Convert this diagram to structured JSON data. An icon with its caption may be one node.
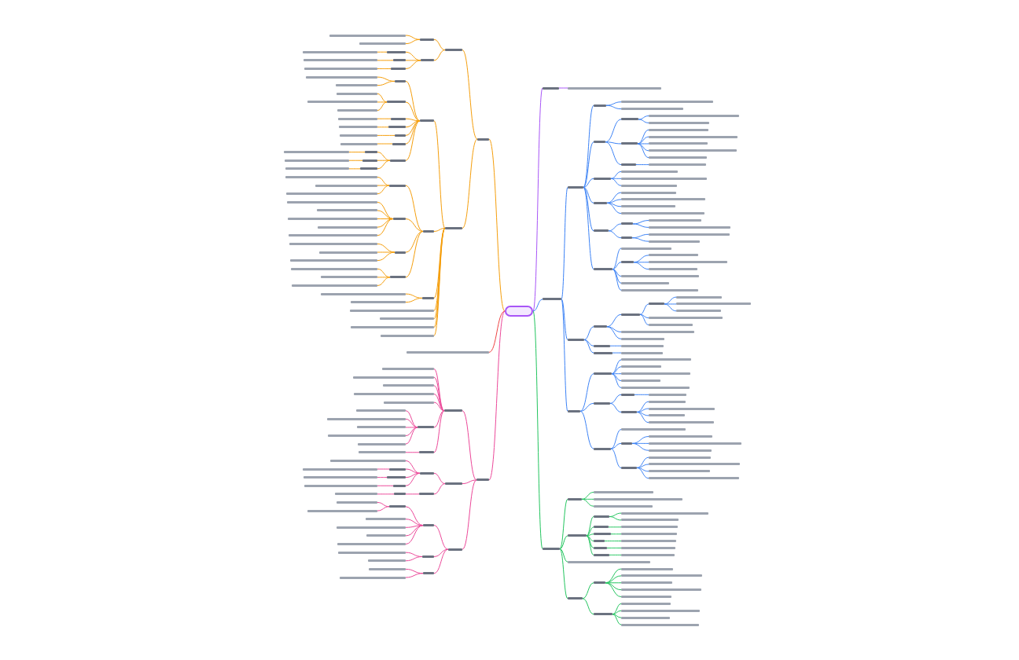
{
  "diagram": {
    "nodes": [
      {
        "text": [],
        "shape": "box"
      },
      {
        "text": [],
        "shape": "bar"
      },
      {
        "text": [],
        "shape": "bar"
      },
      {
        "text": [],
        "shape": "bar"
      },
      {
        "text": [],
        "shape": "bar"
      },
      {
        "text": [],
        "shape": "bar"
      },
      {
        "text": [],
        "shape": "bar"
      },
      {
        "text": [],
        "shape": "bar"
      },
      {
        "text": [],
        "shape": "bar"
      },
      {
        "text": [],
        "shape": "bar"
      },
      {
        "text": [],
        "shape": "bar"
      },
      {
        "text": [],
        "shape": "bar"
      },
      {
        "text": [],
        "shape": "bar"
      },
      {
        "text": [],
        "shape": "bar"
      },
      {
        "text": [],
        "shape": "bar"
      },
      {
        "text": [],
        "shape": "bar"
      },
      {
        "text": [],
        "shape": "bar"
      },
      {
        "text": [],
        "shape": "bar"
      },
      {
        "text": [],
        "shape": "bar"
      },
      {
        "text": [],
        "shape": "bar"
      },
      {
        "text": [],
        "shape": "bar"
      },
      {
        "text": [],
        "shape": "bar"
      },
      {
        "text": [],
        "shape": "bar"
      },
      {
        "text": [],
        "shape": "bar"
      },
      {
        "text": [],
        "shape": "bar"
      },
      {
        "text": [],
        "shape": "bar"
      },
      {
        "text": [],
        "shape": "bar"
      },
      {
        "text": [],
        "shape": "bar"
      },
      {
        "text": [],
        "shape": "bar"
      },
      {
        "text": [],
        "shape": "bar"
      },
      {
        "text": [],
        "shape": "bar"
      },
      {
        "text": [],
        "shape": "bar"
      },
      {
        "text": [],
        "shape": "bar"
      },
      {
        "text": [],
        "shape": "bar"
      },
      {
        "text": [],
        "shape": "bar"
      },
      {
        "text": [],
        "shape": "bar"
      },
      {
        "text": [],
        "shape": "bar"
      },
      {
        "text": [],
        "shape": "bar"
      },
      {
        "text": [],
        "shape": "bar"
      },
      {
        "text": [],
        "shape": "bar"
      },
      {
        "text": [],
        "shape": "bar"
      },
      {
        "text": [],
        "shape": "bar"
      },
      {
        "text": [],
        "shape": "bar"
      },
      {
        "text": [],
        "shape": "bar"
      },
      {
        "text": [],
        "shape": "bar"
      },
      {
        "text": [],
        "shape": "bar"
      },
      {
        "text": [],
        "shape": "bar"
      },
      {
        "text": [],
        "shape": "bar"
      },
      {
        "text": [],
        "shape": "bar"
      },
      {
        "text": [],
        "shape": "bar"
      },
      {
        "text": [],
        "shape": "bar"
      },
      {
        "text": [],
        "shape": "bar"
      },
      {
        "text": [],
        "shape": "bar"
      },
      {
        "text": [],
        "shape": "bar"
      },
      {
        "text": [],
        "shape": "bar"
      },
      {
        "text": [],
        "shape": "bar"
      },
      {
        "text": [],
        "shape": "bar"
      },
      {
        "text": [],
        "shape": "bar"
      },
      {
        "text": [],
        "shape": "bar"
      },
      {
        "text": [],
        "shape": "bar"
      },
      {
        "text": [],
        "shape": "bar"
      },
      {
        "text": [],
        "shape": "bar"
      },
      {
        "text": [],
        "shape": "bar"
      },
      {
        "text": [],
        "shape": "bar"
      },
      {
        "text": [],
        "shape": "bar"
      },
      {
        "text": [],
        "shape": "bar"
      },
      {
        "text": [],
        "shape": "bar"
      },
      {
        "text": [],
        "shape": "bar"
      },
      {
        "text": [],
        "shape": "bar"
      },
      {
        "text": [],
        "shape": "bar"
      },
      {
        "text": [],
        "shape": "bar"
      },
      {
        "text": [],
        "shape": "bar"
      },
      {
        "text": [],
        "shape": "bar"
      },
      {
        "text": [],
        "shape": "bar"
      },
      {
        "text": [],
        "shape": "bar"
      },
      {
        "text": [],
        "shape": "bar"
      },
      {
        "text": [],
        "shape": "bar"
      },
      {
        "text": [],
        "shape": "bar"
      },
      {
        "text": [],
        "shape": "bar"
      },
      {
        "text": [],
        "shape": "bar"
      },
      {
        "text": [],
        "shape": "bar"
      },
      {
        "text": [],
        "shape": "bar"
      },
      {
        "text": [],
        "shape": "bar"
      },
      {
        "text": [],
        "shape": "bar"
      },
      {
        "text": [],
        "shape": "bar"
      },
      {
        "text": [],
        "shape": "bar"
      },
      {
        "text": [],
        "shape": "bar"
      },
      {
        "text": [],
        "shape": "bar"
      },
      {
        "text": [],
        "shape": "bar"
      },
      {
        "text": [],
        "shape": "bar"
      },
      {
        "text": [],
        "shape": "bar"
      },
      {
        "text": [],
        "shape": "bar"
      },
      {
        "text": [],
        "shape": "bar"
      },
      {
        "text": [],
        "shape": "bar"
      },
      {
        "text": [],
        "shape": "bar"
      },
      {
        "text": [],
        "shape": "bar"
      },
      {
        "text": [],
        "shape": "bar"
      },
      {
        "text": [],
        "shape": "bar"
      },
      {
        "text": [],
        "shape": "bar"
      },
      {
        "text": [],
        "shape": "bar"
      },
      {
        "text": [],
        "shape": "bar"
      },
      {
        "text": [],
        "shape": "bar"
      },
      {
        "text": [],
        "shape": "bar"
      },
      {
        "text": [],
        "shape": "bar"
      },
      {
        "text": [],
        "shape": "bar"
      },
      {
        "text": [],
        "shape": "bar"
      },
      {
        "text": [],
        "shape": "bar"
      },
      {
        "text": [],
        "shape": "bar"
      },
      {
        "text": [],
        "shape": "bar"
      },
      {
        "text": [],
        "shape": "bar"
      },
      {
        "text": [],
        "shape": "bar"
      },
      {
        "text": [],
        "shape": "bar"
      },
      {
        "text": [],
        "shape": "bar"
      },
      {
        "text": [],
        "shape": "bar"
      },
      {
        "text": [],
        "shape": "bar"
      },
      {
        "text": [],
        "shape": "bar"
      },
      {
        "text": [],
        "shape": "bar"
      },
      {
        "text": [],
        "shape": "bar"
      },
      {
        "text": [],
        "shape": "bar"
      },
      {
        "text": [],
        "shape": "bar"
      },
      {
        "text": [],
        "shape": "bar"
      },
      {
        "text": [],
        "shape": "bar"
      },
      {
        "text": [],
        "shape": "bar"
      },
      {
        "text": [],
        "shape": "bar"
      },
      {
        "text": [],
        "shape": "bar"
      },
      {
        "text": [],
        "shape": "bar"
      },
      {
        "text": [],
        "shape": "bar"
      },
      {
        "text": [],
        "shape": "bar"
      },
      {
        "text": [],
        "shape": "bar"
      },
      {
        "text": [],
        "shape": "bar"
      },
      {
        "text": [],
        "shape": "bar"
      },
      {
        "text": [],
        "shape": "bar"
      },
      {
        "text": [],
        "shape": "bar"
      },
      {
        "text": [],
        "shape": "bar"
      },
      {
        "text": [],
        "shape": "bar"
      },
      {
        "text": [],
        "shape": "bar"
      },
      {
        "text": [],
        "shape": "bar"
      },
      {
        "text": [],
        "shape": "bar"
      },
      {
        "text": [],
        "shape": "bar"
      },
      {
        "text": [],
        "shape": "bar"
      },
      {
        "text": [],
        "shape": "bar"
      },
      {
        "text": [],
        "shape": "bar"
      },
      {
        "text": [],
        "shape": "bar"
      },
      {
        "text": [],
        "shape": "bar"
      },
      {
        "text": [],
        "shape": "bar"
      },
      {
        "text": [],
        "shape": "bar"
      },
      {
        "text": [],
        "shape": "bar"
      },
      {
        "text": [],
        "shape": "bar"
      },
      {
        "text": [],
        "shape": "bar"
      },
      {
        "text": [],
        "shape": "bar"
      },
      {
        "text": [],
        "shape": "bar"
      },
      {
        "text": [],
        "shape": "bar"
      },
      {
        "text": [],
        "shape": "bar"
      },
      {
        "text": [],
        "shape": "bar"
      },
      {
        "text": [],
        "shape": "bar"
      },
      {
        "text": [],
        "shape": "bar"
      },
      {
        "text": [],
        "shape": "bar"
      },
      {
        "text": [],
        "shape": "bar"
      },
      {
        "text": [],
        "shape": "bar"
      },
      {
        "text": [],
        "shape": "bar"
      },
      {
        "text": [],
        "shape": "bar"
      },
      {
        "text": [],
        "shape": "bar"
      },
      {
        "text": [],
        "shape": "bar"
      },
      {
        "text": [],
        "shape": "bar"
      },
      {
        "text": [],
        "shape": "bar"
      },
      {
        "text": [],
        "shape": "bar"
      },
      {
        "text": [],
        "shape": "bar"
      },
      {
        "text": [],
        "shape": "bar"
      },
      {
        "text": [],
        "shape": "bar"
      },
      {
        "text": [],
        "shape": "bar"
      },
      {
        "text": [],
        "shape": "bar"
      },
      {
        "text": [],
        "shape": "bar"
      },
      {
        "text": [],
        "shape": "bar"
      },
      {
        "text": [],
        "shape": "bar"
      },
      {
        "text": [],
        "shape": "bar"
      },
      {
        "text": [],
        "shape": "bar"
      },
      {
        "text": [],
        "shape": "bar"
      },
      {
        "text": [],
        "shape": "bar"
      },
      {
        "text": [],
        "shape": "bar"
      },
      {
        "text": [],
        "shape": "bar"
      },
      {
        "text": [],
        "shape": "bar"
      },
      {
        "text": [],
        "shape": "bar"
      },
      {
        "text": [],
        "shape": "bar"
      },
      {
        "text": [],
        "shape": "bar"
      },
      {
        "text": [],
        "shape": "bar"
      },
      {
        "text": [],
        "shape": "bar"
      },
      {
        "text": [],
        "shape": "bar"
      },
      {
        "text": [],
        "shape": "bar"
      },
      {
        "text": [],
        "shape": "bar"
      },
      {
        "text": [],
        "shape": "bar"
      },
      {
        "text": [],
        "shape": "bar"
      },
      {
        "text": [],
        "shape": "bar"
      },
      {
        "text": [],
        "shape": "bar"
      },
      {
        "text": [],
        "shape": "bar"
      },
      {
        "text": [],
        "shape": "bar"
      },
      {
        "text": [],
        "shape": "bar"
      },
      {
        "text": [],
        "shape": "bar"
      },
      {
        "text": [],
        "shape": "bar"
      },
      {
        "text": [],
        "shape": "bar"
      },
      {
        "text": [],
        "shape": "bar"
      },
      {
        "text": [],
        "shape": "bar"
      },
      {
        "text": [],
        "shape": "bar"
      },
      {
        "text": [],
        "shape": "bar"
      },
      {
        "text": [],
        "shape": "bar"
      },
      {
        "text": [],
        "shape": "bar"
      },
      {
        "text": [],
        "shape": "bar"
      },
      {
        "text": [],
        "shape": "bar"
      },
      {
        "text": [],
        "shape": "bar"
      },
      {
        "text": [],
        "shape": "bar"
      },
      {
        "text": [],
        "shape": "bar"
      },
      {
        "text": [],
        "shape": "bar"
      },
      {
        "text": [],
        "shape": "bar"
      },
      {
        "text": [],
        "shape": "bar"
      },
      {
        "text": [],
        "shape": "bar"
      },
      {
        "text": [],
        "shape": "bar"
      },
      {
        "text": [],
        "shape": "bar"
      },
      {
        "text": [],
        "shape": "bar"
      },
      {
        "text": [],
        "shape": "bar"
      },
      {
        "text": [],
        "shape": "bar"
      },
      {
        "text": [],
        "shape": "bar"
      },
      {
        "text": [],
        "shape": "bar"
      },
      {
        "text": [],
        "shape": "bar"
      },
      {
        "text": [],
        "shape": "bar"
      }
    ],
    "edges": [
      {
        "from": 0,
        "to": 1,
        "arrow": "none",
        "color": "#a855f7"
      },
      {
        "from": 1,
        "to": 2,
        "arrow": "none",
        "color": "#a855f7"
      },
      {
        "from": 0,
        "to": 3,
        "arrow": "none"
      },
      {
        "from": 3,
        "to": 4,
        "arrow": "none"
      },
      {
        "from": 4,
        "to": 5,
        "arrow": "none"
      },
      {
        "from": 5,
        "to": 6,
        "arrow": "none"
      },
      {
        "from": 5,
        "to": 7,
        "arrow": "none"
      },
      {
        "from": 4,
        "to": 8,
        "arrow": "none"
      },
      {
        "from": 8,
        "to": 9,
        "arrow": "none"
      },
      {
        "from": 9,
        "to": 10,
        "arrow": "none"
      },
      {
        "from": 9,
        "to": 11,
        "arrow": "none"
      },
      {
        "from": 8,
        "to": 12,
        "arrow": "none"
      },
      {
        "from": 12,
        "to": 13,
        "arrow": "none"
      },
      {
        "from": 12,
        "to": 14,
        "arrow": "none"
      },
      {
        "from": 12,
        "to": 15,
        "arrow": "none"
      },
      {
        "from": 12,
        "to": 16,
        "arrow": "none"
      },
      {
        "from": 12,
        "to": 17,
        "arrow": "none"
      },
      {
        "from": 8,
        "to": 18,
        "arrow": "none"
      },
      {
        "from": 18,
        "to": 19,
        "arrow": "none"
      },
      {
        "from": 4,
        "to": 20,
        "arrow": "none"
      },
      {
        "from": 20,
        "to": 21,
        "arrow": "none"
      },
      {
        "from": 20,
        "to": 22,
        "arrow": "none"
      },
      {
        "from": 20,
        "to": 23,
        "arrow": "none"
      },
      {
        "from": 4,
        "to": 24,
        "arrow": "none"
      },
      {
        "from": 24,
        "to": 25,
        "arrow": "none"
      },
      {
        "from": 24,
        "to": 26,
        "arrow": "none"
      },
      {
        "from": 24,
        "to": 27,
        "arrow": "none"
      },
      {
        "from": 24,
        "to": 28,
        "arrow": "none"
      },
      {
        "from": 4,
        "to": 29,
        "arrow": "none"
      },
      {
        "from": 29,
        "to": 30,
        "arrow": "none"
      },
      {
        "from": 30,
        "to": 31,
        "arrow": "none"
      },
      {
        "from": 30,
        "to": 32,
        "arrow": "none"
      },
      {
        "from": 29,
        "to": 33,
        "arrow": "none"
      },
      {
        "from": 33,
        "to": 34,
        "arrow": "none"
      },
      {
        "from": 33,
        "to": 35,
        "arrow": "none"
      },
      {
        "from": 4,
        "to": 36,
        "arrow": "none"
      },
      {
        "from": 36,
        "to": 37,
        "arrow": "none"
      },
      {
        "from": 36,
        "to": 38,
        "arrow": "none"
      },
      {
        "from": 38,
        "to": 39,
        "arrow": "none"
      },
      {
        "from": 38,
        "to": 40,
        "arrow": "none"
      },
      {
        "from": 38,
        "to": 41,
        "arrow": "none"
      },
      {
        "from": 36,
        "to": 42,
        "arrow": "none"
      },
      {
        "from": 36,
        "to": 43,
        "arrow": "none"
      },
      {
        "from": 36,
        "to": 44,
        "arrow": "none"
      },
      {
        "from": 3,
        "to": 45,
        "arrow": "none"
      },
      {
        "from": 45,
        "to": 46,
        "arrow": "none"
      },
      {
        "from": 46,
        "to": 47,
        "arrow": "none"
      },
      {
        "from": 47,
        "to": 48,
        "arrow": "none"
      },
      {
        "from": 48,
        "to": 49,
        "arrow": "none"
      },
      {
        "from": 48,
        "to": 50,
        "arrow": "none"
      },
      {
        "from": 48,
        "to": 51,
        "arrow": "none"
      },
      {
        "from": 47,
        "to": 52,
        "arrow": "none"
      },
      {
        "from": 47,
        "to": 53,
        "arrow": "none"
      },
      {
        "from": 46,
        "to": 54,
        "arrow": "none"
      },
      {
        "from": 46,
        "to": 55,
        "arrow": "none"
      },
      {
        "from": 45,
        "to": 56,
        "arrow": "none"
      },
      {
        "from": 56,
        "to": 57,
        "arrow": "none"
      },
      {
        "from": 45,
        "to": 58,
        "arrow": "none"
      },
      {
        "from": 58,
        "to": 59,
        "arrow": "none"
      },
      {
        "from": 3,
        "to": 60,
        "arrow": "none"
      },
      {
        "from": 60,
        "to": 61,
        "arrow": "none"
      },
      {
        "from": 61,
        "to": 62,
        "arrow": "none"
      },
      {
        "from": 61,
        "to": 63,
        "arrow": "none"
      },
      {
        "from": 61,
        "to": 64,
        "arrow": "none"
      },
      {
        "from": 61,
        "to": 65,
        "arrow": "none"
      },
      {
        "from": 61,
        "to": 66,
        "arrow": "none"
      },
      {
        "from": 60,
        "to": 67,
        "arrow": "none"
      },
      {
        "from": 67,
        "to": 68,
        "arrow": "none"
      },
      {
        "from": 68,
        "to": 69,
        "arrow": "none"
      },
      {
        "from": 67,
        "to": 70,
        "arrow": "none"
      },
      {
        "from": 70,
        "to": 71,
        "arrow": "none"
      },
      {
        "from": 70,
        "to": 72,
        "arrow": "none"
      },
      {
        "from": 70,
        "to": 73,
        "arrow": "none"
      },
      {
        "from": 70,
        "to": 74,
        "arrow": "none"
      },
      {
        "from": 60,
        "to": 75,
        "arrow": "none"
      },
      {
        "from": 75,
        "to": 76,
        "arrow": "none"
      },
      {
        "from": 75,
        "to": 77,
        "arrow": "none"
      },
      {
        "from": 77,
        "to": 78,
        "arrow": "none"
      },
      {
        "from": 77,
        "to": 79,
        "arrow": "none"
      },
      {
        "from": 77,
        "to": 80,
        "arrow": "none"
      },
      {
        "from": 75,
        "to": 81,
        "arrow": "none"
      },
      {
        "from": 81,
        "to": 82,
        "arrow": "none"
      },
      {
        "from": 81,
        "to": 83,
        "arrow": "none"
      },
      {
        "from": 81,
        "to": 84,
        "arrow": "none"
      },
      {
        "from": 81,
        "to": 85,
        "arrow": "none"
      },
      {
        "from": 0,
        "to": 86,
        "arrow": "none",
        "color": "#22c55e"
      },
      {
        "from": 86,
        "to": 87,
        "arrow": "none",
        "color": "#22c55e"
      },
      {
        "from": 87,
        "to": 88,
        "arrow": "none",
        "color": "#22c55e"
      },
      {
        "from": 87,
        "to": 89,
        "arrow": "none",
        "color": "#22c55e"
      },
      {
        "from": 87,
        "to": 90,
        "arrow": "none",
        "color": "#22c55e"
      },
      {
        "from": 86,
        "to": 91,
        "arrow": "none",
        "color": "#22c55e"
      },
      {
        "from": 91,
        "to": 92,
        "arrow": "none",
        "color": "#22c55e"
      },
      {
        "from": 92,
        "to": 93,
        "arrow": "none",
        "color": "#22c55e"
      },
      {
        "from": 92,
        "to": 94,
        "arrow": "none",
        "color": "#22c55e"
      },
      {
        "from": 91,
        "to": 95,
        "arrow": "none",
        "color": "#22c55e"
      },
      {
        "from": 95,
        "to": 96,
        "arrow": "none",
        "color": "#22c55e"
      },
      {
        "from": 91,
        "to": 97,
        "arrow": "none",
        "color": "#22c55e"
      },
      {
        "from": 97,
        "to": 98,
        "arrow": "none",
        "color": "#22c55e"
      },
      {
        "from": 91,
        "to": 99,
        "arrow": "none",
        "color": "#22c55e"
      },
      {
        "from": 99,
        "to": 100,
        "arrow": "none",
        "color": "#22c55e"
      },
      {
        "from": 91,
        "to": 101,
        "arrow": "none",
        "color": "#22c55e"
      },
      {
        "from": 101,
        "to": 102,
        "arrow": "none",
        "color": "#22c55e"
      },
      {
        "from": 91,
        "to": 103,
        "arrow": "none",
        "color": "#22c55e"
      },
      {
        "from": 103,
        "to": 104,
        "arrow": "none",
        "color": "#22c55e"
      },
      {
        "from": 86,
        "to": 105,
        "arrow": "none",
        "color": "#22c55e"
      },
      {
        "from": 86,
        "to": 106,
        "arrow": "none",
        "color": "#22c55e"
      },
      {
        "from": 106,
        "to": 107,
        "arrow": "none",
        "color": "#22c55e"
      },
      {
        "from": 107,
        "to": 108,
        "arrow": "none",
        "color": "#22c55e"
      },
      {
        "from": 107,
        "to": 109,
        "arrow": "none",
        "color": "#22c55e"
      },
      {
        "from": 107,
        "to": 110,
        "arrow": "none",
        "color": "#22c55e"
      },
      {
        "from": 107,
        "to": 111,
        "arrow": "none",
        "color": "#22c55e"
      },
      {
        "from": 107,
        "to": 112,
        "arrow": "none",
        "color": "#22c55e"
      },
      {
        "from": 106,
        "to": 113,
        "arrow": "none",
        "color": "#22c55e"
      },
      {
        "from": 113,
        "to": 114,
        "arrow": "none",
        "color": "#22c55e"
      },
      {
        "from": 113,
        "to": 115,
        "arrow": "none",
        "color": "#22c55e"
      },
      {
        "from": 113,
        "to": 116,
        "arrow": "none",
        "color": "#22c55e"
      },
      {
        "from": 113,
        "to": 117,
        "arrow": "none",
        "color": "#22c55e"
      },
      {
        "from": 0,
        "to": 118,
        "arrow": "none",
        "color": "#f59e0b"
      },
      {
        "from": 118,
        "to": 119,
        "arrow": "none",
        "color": "#f59e0b"
      },
      {
        "from": 119,
        "to": 120,
        "arrow": "none",
        "color": "#f59e0b"
      },
      {
        "from": 120,
        "to": 121,
        "arrow": "none",
        "color": "#f59e0b"
      },
      {
        "from": 120,
        "to": 122,
        "arrow": "none",
        "color": "#f59e0b"
      },
      {
        "from": 119,
        "to": 123,
        "arrow": "none",
        "color": "#f59e0b"
      },
      {
        "from": 123,
        "to": 124,
        "arrow": "none",
        "color": "#f59e0b"
      },
      {
        "from": 124,
        "to": 125,
        "arrow": "none",
        "color": "#f59e0b"
      },
      {
        "from": 123,
        "to": 126,
        "arrow": "none",
        "color": "#f59e0b"
      },
      {
        "from": 126,
        "to": 127,
        "arrow": "none",
        "color": "#f59e0b"
      },
      {
        "from": 123,
        "to": 128,
        "arrow": "none",
        "color": "#f59e0b"
      },
      {
        "from": 128,
        "to": 129,
        "arrow": "none",
        "color": "#f59e0b"
      },
      {
        "from": 118,
        "to": 130,
        "arrow": "none",
        "color": "#f59e0b"
      },
      {
        "from": 130,
        "to": 131,
        "arrow": "none",
        "color": "#f59e0b"
      },
      {
        "from": 131,
        "to": 132,
        "arrow": "none",
        "color": "#f59e0b"
      },
      {
        "from": 132,
        "to": 133,
        "arrow": "none",
        "color": "#f59e0b"
      },
      {
        "from": 132,
        "to": 134,
        "arrow": "none",
        "color": "#f59e0b"
      },
      {
        "from": 131,
        "to": 135,
        "arrow": "none",
        "color": "#f59e0b"
      },
      {
        "from": 135,
        "to": 136,
        "arrow": "none",
        "color": "#f59e0b"
      },
      {
        "from": 135,
        "to": 137,
        "arrow": "none",
        "color": "#f59e0b"
      },
      {
        "from": 135,
        "to": 138,
        "arrow": "none",
        "color": "#f59e0b"
      },
      {
        "from": 131,
        "to": 139,
        "arrow": "none",
        "color": "#f59e0b"
      },
      {
        "from": 139,
        "to": 140,
        "arrow": "none",
        "color": "#f59e0b"
      },
      {
        "from": 131,
        "to": 141,
        "arrow": "none",
        "color": "#f59e0b"
      },
      {
        "from": 141,
        "to": 142,
        "arrow": "none",
        "color": "#f59e0b"
      },
      {
        "from": 131,
        "to": 143,
        "arrow": "none",
        "color": "#f59e0b"
      },
      {
        "from": 143,
        "to": 144,
        "arrow": "none",
        "color": "#f59e0b"
      },
      {
        "from": 131,
        "to": 145,
        "arrow": "none",
        "color": "#f59e0b"
      },
      {
        "from": 145,
        "to": 146,
        "arrow": "none",
        "color": "#f59e0b"
      },
      {
        "from": 131,
        "to": 147,
        "arrow": "none",
        "color": "#f59e0b"
      },
      {
        "from": 147,
        "to": 148,
        "arrow": "none",
        "color": "#f59e0b"
      },
      {
        "from": 148,
        "to": 149,
        "arrow": "none",
        "color": "#f59e0b"
      },
      {
        "from": 147,
        "to": 150,
        "arrow": "none",
        "color": "#f59e0b"
      },
      {
        "from": 150,
        "to": 151,
        "arrow": "none",
        "color": "#f59e0b"
      },
      {
        "from": 147,
        "to": 152,
        "arrow": "none",
        "color": "#f59e0b"
      },
      {
        "from": 152,
        "to": 153,
        "arrow": "none",
        "color": "#f59e0b"
      },
      {
        "from": 130,
        "to": 154,
        "arrow": "none",
        "color": "#f59e0b"
      },
      {
        "from": 154,
        "to": 155,
        "arrow": "none",
        "color": "#f59e0b"
      },
      {
        "from": 155,
        "to": 156,
        "arrow": "none",
        "color": "#f59e0b"
      },
      {
        "from": 155,
        "to": 157,
        "arrow": "none",
        "color": "#f59e0b"
      },
      {
        "from": 155,
        "to": 158,
        "arrow": "none",
        "color": "#f59e0b"
      },
      {
        "from": 154,
        "to": 159,
        "arrow": "none",
        "color": "#f59e0b"
      },
      {
        "from": 159,
        "to": 160,
        "arrow": "none",
        "color": "#f59e0b"
      },
      {
        "from": 159,
        "to": 161,
        "arrow": "none",
        "color": "#f59e0b"
      },
      {
        "from": 159,
        "to": 162,
        "arrow": "none",
        "color": "#f59e0b"
      },
      {
        "from": 159,
        "to": 163,
        "arrow": "none",
        "color": "#f59e0b"
      },
      {
        "from": 159,
        "to": 164,
        "arrow": "none",
        "color": "#f59e0b"
      },
      {
        "from": 154,
        "to": 165,
        "arrow": "none",
        "color": "#f59e0b"
      },
      {
        "from": 165,
        "to": 166,
        "arrow": "none",
        "color": "#f59e0b"
      },
      {
        "from": 165,
        "to": 167,
        "arrow": "none",
        "color": "#f59e0b"
      },
      {
        "from": 165,
        "to": 168,
        "arrow": "none",
        "color": "#f59e0b"
      },
      {
        "from": 154,
        "to": 169,
        "arrow": "none",
        "color": "#f59e0b"
      },
      {
        "from": 169,
        "to": 170,
        "arrow": "none",
        "color": "#f59e0b"
      },
      {
        "from": 169,
        "to": 171,
        "arrow": "none",
        "color": "#f59e0b"
      },
      {
        "from": 169,
        "to": 172,
        "arrow": "none",
        "color": "#f59e0b"
      },
      {
        "from": 130,
        "to": 173,
        "arrow": "none",
        "color": "#f59e0b"
      },
      {
        "from": 173,
        "to": 174,
        "arrow": "none",
        "color": "#f59e0b"
      },
      {
        "from": 173,
        "to": 175,
        "arrow": "none",
        "color": "#f59e0b"
      },
      {
        "from": 130,
        "to": 176,
        "arrow": "none",
        "color": "#f59e0b"
      },
      {
        "from": 130,
        "to": 177,
        "arrow": "none",
        "color": "#f59e0b"
      },
      {
        "from": 130,
        "to": 178,
        "arrow": "none",
        "color": "#f59e0b"
      },
      {
        "from": 130,
        "to": 179,
        "arrow": "none",
        "color": "#f59e0b"
      },
      {
        "from": 0,
        "to": 180,
        "arrow": "none",
        "color": "#ef4444"
      },
      {
        "from": 0,
        "to": 181,
        "arrow": "none",
        "color": "#ec4899"
      },
      {
        "from": 181,
        "to": 182,
        "arrow": "none",
        "color": "#ec4899"
      },
      {
        "from": 182,
        "to": 183,
        "arrow": "none",
        "color": "#ec4899"
      },
      {
        "from": 182,
        "to": 184,
        "arrow": "none",
        "color": "#ec4899"
      },
      {
        "from": 182,
        "to": 185,
        "arrow": "none",
        "color": "#ec4899"
      },
      {
        "from": 182,
        "to": 186,
        "arrow": "none",
        "color": "#ec4899"
      },
      {
        "from": 182,
        "to": 187,
        "arrow": "none",
        "color": "#ec4899"
      },
      {
        "from": 182,
        "to": 188,
        "arrow": "none",
        "color": "#ec4899"
      },
      {
        "from": 188,
        "to": 189,
        "arrow": "none",
        "color": "#ec4899"
      },
      {
        "from": 188,
        "to": 190,
        "arrow": "none",
        "color": "#ec4899"
      },
      {
        "from": 188,
        "to": 191,
        "arrow": "none",
        "color": "#ec4899"
      },
      {
        "from": 188,
        "to": 192,
        "arrow": "none",
        "color": "#ec4899"
      },
      {
        "from": 188,
        "to": 193,
        "arrow": "none",
        "color": "#ec4899"
      },
      {
        "from": 182,
        "to": 194,
        "arrow": "none",
        "color": "#ec4899"
      },
      {
        "from": 194,
        "to": 195,
        "arrow": "none",
        "color": "#ec4899"
      },
      {
        "from": 181,
        "to": 196,
        "arrow": "none",
        "color": "#ec4899"
      },
      {
        "from": 196,
        "to": 197,
        "arrow": "none",
        "color": "#ec4899"
      },
      {
        "from": 197,
        "to": 198,
        "arrow": "none",
        "color": "#ec4899"
      },
      {
        "from": 197,
        "to": 199,
        "arrow": "none",
        "color": "#ec4899"
      },
      {
        "from": 199,
        "to": 200,
        "arrow": "none",
        "color": "#ec4899"
      },
      {
        "from": 197,
        "to": 201,
        "arrow": "none",
        "color": "#ec4899"
      },
      {
        "from": 201,
        "to": 202,
        "arrow": "none",
        "color": "#ec4899"
      },
      {
        "from": 197,
        "to": 203,
        "arrow": "none",
        "color": "#ec4899"
      },
      {
        "from": 203,
        "to": 204,
        "arrow": "none",
        "color": "#ec4899"
      },
      {
        "from": 196,
        "to": 205,
        "arrow": "none",
        "color": "#ec4899"
      },
      {
        "from": 205,
        "to": 206,
        "arrow": "none",
        "color": "#ec4899"
      },
      {
        "from": 206,
        "to": 207,
        "arrow": "none",
        "color": "#ec4899"
      },
      {
        "from": 181,
        "to": 208,
        "arrow": "none",
        "color": "#ec4899"
      },
      {
        "from": 208,
        "to": 209,
        "arrow": "none",
        "color": "#ec4899"
      },
      {
        "from": 209,
        "to": 210,
        "arrow": "none",
        "color": "#ec4899"
      },
      {
        "from": 210,
        "to": 211,
        "arrow": "none",
        "color": "#ec4899"
      },
      {
        "from": 210,
        "to": 212,
        "arrow": "none",
        "color": "#ec4899"
      },
      {
        "from": 209,
        "to": 213,
        "arrow": "none",
        "color": "#ec4899"
      },
      {
        "from": 209,
        "to": 214,
        "arrow": "none",
        "color": "#ec4899"
      },
      {
        "from": 209,
        "to": 215,
        "arrow": "none",
        "color": "#ec4899"
      },
      {
        "from": 209,
        "to": 216,
        "arrow": "none",
        "color": "#ec4899"
      },
      {
        "from": 208,
        "to": 217,
        "arrow": "none",
        "color": "#ec4899"
      },
      {
        "from": 217,
        "to": 218,
        "arrow": "none",
        "color": "#ec4899"
      },
      {
        "from": 217,
        "to": 219,
        "arrow": "none",
        "color": "#ec4899"
      },
      {
        "from": 208,
        "to": 220,
        "arrow": "none",
        "color": "#ec4899"
      },
      {
        "from": 220,
        "to": 221,
        "arrow": "none",
        "color": "#ec4899"
      },
      {
        "from": 220,
        "to": 222,
        "arrow": "none",
        "color": "#ec4899"
      }
    ]
  }
}
